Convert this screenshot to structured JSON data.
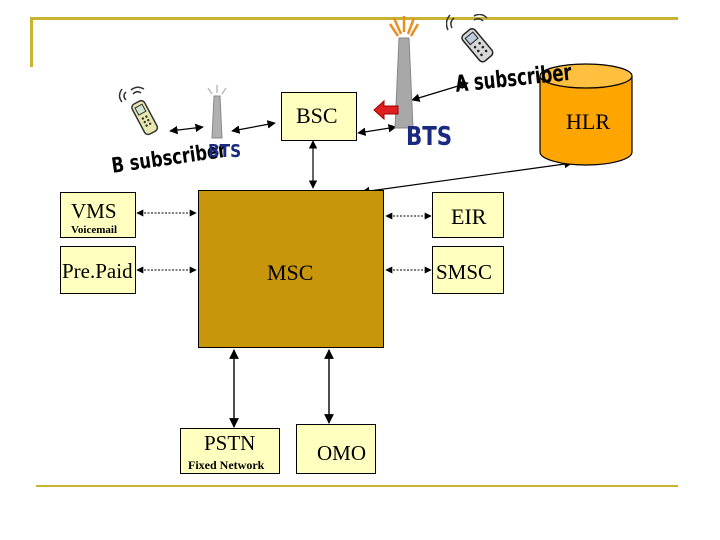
{
  "nodes": {
    "bsc": "BSC",
    "hlr": "HLR",
    "vms": "VMS",
    "vms_sub": "Voicemail",
    "prepaid": "Pre.Paid",
    "msc": "MSC",
    "eir": "EIR",
    "smsc": "SMSC",
    "pstn": "PSTN",
    "pstn_sub": "Fixed Network",
    "omo": "OMO",
    "bts_left": "BTS",
    "bts_right": "BTS",
    "b_subscriber": "B subscriber",
    "a_subscriber": "A subscriber"
  },
  "colors": {
    "frame": "#c8b432",
    "box_fill": "#ffffc0",
    "msc_fill": "#c8960a",
    "hlr_fill": "#ffa500",
    "bts_text": "#1a2a80"
  },
  "icons": [
    "mobile-phone-icon",
    "antenna-tower-icon",
    "database-cylinder-icon",
    "red-arrow-icon"
  ]
}
